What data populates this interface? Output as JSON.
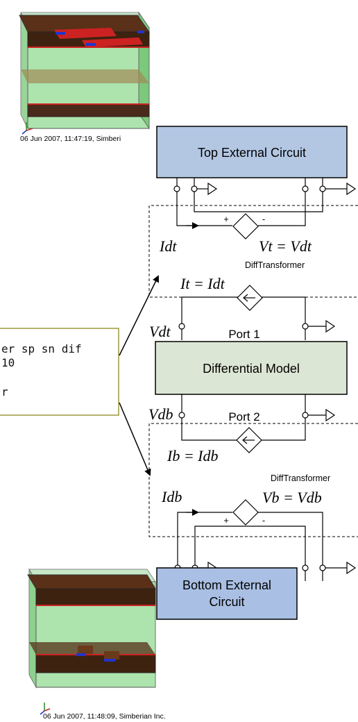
{
  "top_model": {
    "timestamp": "06 Jun 2007, 11:47:19, Simberi"
  },
  "bottom_model": {
    "timestamp": "06 Jun 2007, 11:48:09, Simberian Inc."
  },
  "blocks": {
    "top_external": "Top External Circuit",
    "differential_model": "Differential Model",
    "bottom_external_line1": "Bottom External",
    "bottom_external_line2": "Circuit"
  },
  "labels": {
    "idt": "Idt",
    "vt_eq": "Vt = Vdt",
    "diff_transformer_top": "DiffTransformer",
    "it_eq": "It = Idt",
    "vdt": "Vdt",
    "port1": "Port 1",
    "vdb": "Vdb",
    "port2": "Port 2",
    "ib_eq": "Ib = Idb",
    "diff_transformer_bottom": "DiffTransformer",
    "idb": "Idb",
    "vb_eq": "Vb = Vdb",
    "plus_top": "+",
    "minus_top": "-",
    "plus_bottom": "+",
    "minus_bottom": "-"
  },
  "note": {
    "line1": "er sp sn dif",
    "line2": "10",
    "line3": "r"
  },
  "colors": {
    "top_block": "#b3c7e3",
    "model_block": "#dce6d4",
    "bottom_block": "#a9bfe3",
    "note_border": "#9c9a3c",
    "green_box": "#8ee08e",
    "board": "#4a2a1a",
    "trace_red": "#cc2222",
    "port_blue": "#2233cc"
  }
}
